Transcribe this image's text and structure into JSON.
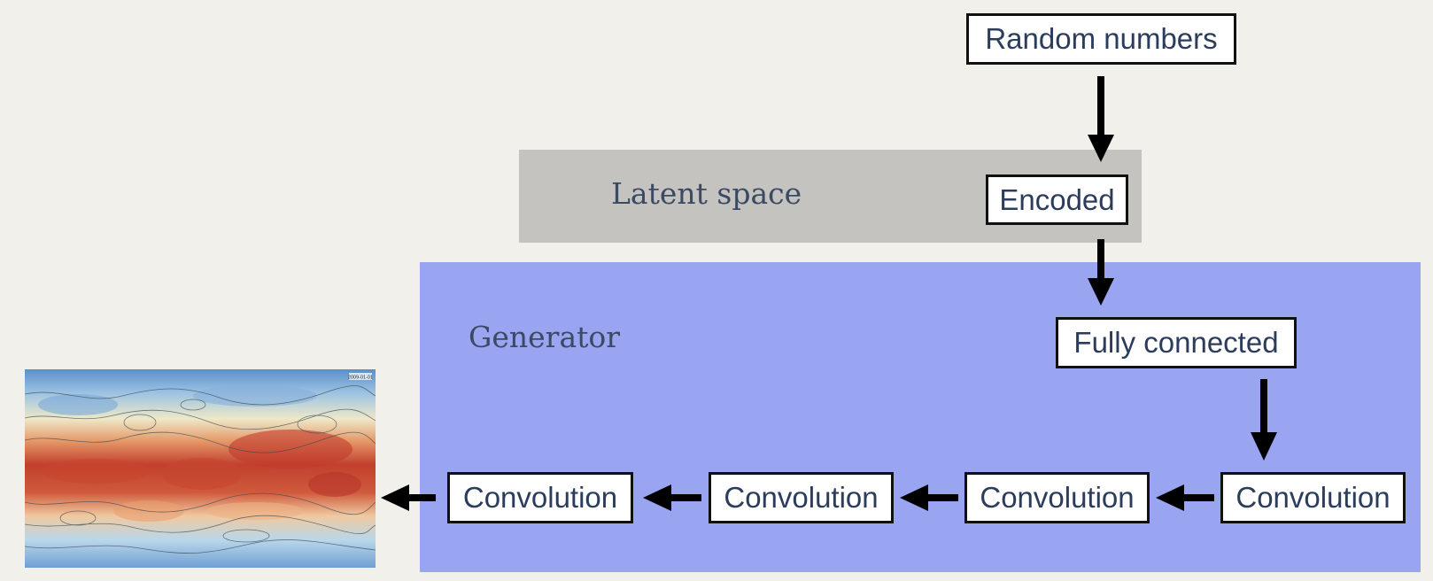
{
  "diagram": {
    "latent_panel_label": "Latent space",
    "generator_panel_label": "Generator",
    "nodes": {
      "random_numbers": "Random numbers",
      "encoded": "Encoded",
      "fully_connected": "Fully connected",
      "conv_1": "Convolution",
      "conv_2": "Convolution",
      "conv_3": "Convolution",
      "conv_4": "Convolution"
    },
    "output_image_stamp": "2009-01-01"
  },
  "colors": {
    "latent_panel": "#c4c3bf",
    "generator_panel": "#99a5f0",
    "background": "#f2f0eb",
    "arrow": "#000000",
    "node_text": "#2c3c5c"
  }
}
